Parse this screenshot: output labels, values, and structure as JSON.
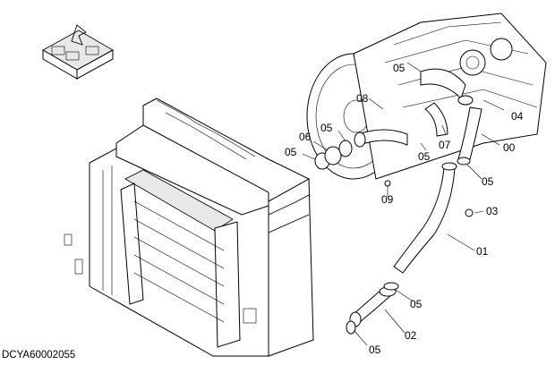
{
  "document_code": "DCYA60002055",
  "callouts": [
    {
      "id": "callout-05-turbo-top",
      "text": "05"
    },
    {
      "id": "callout-08",
      "text": "08"
    },
    {
      "id": "callout-05-flywheel",
      "text": "05"
    },
    {
      "id": "callout-06",
      "text": "06"
    },
    {
      "id": "callout-05-left",
      "text": "05"
    },
    {
      "id": "callout-04",
      "text": "04"
    },
    {
      "id": "callout-00",
      "text": "00"
    },
    {
      "id": "callout-07",
      "text": "07"
    },
    {
      "id": "callout-05-mid",
      "text": "05"
    },
    {
      "id": "callout-05-right",
      "text": "05"
    },
    {
      "id": "callout-09",
      "text": "09"
    },
    {
      "id": "callout-03",
      "text": "03"
    },
    {
      "id": "callout-01",
      "text": "01"
    },
    {
      "id": "callout-05-lower",
      "text": "05"
    },
    {
      "id": "callout-02",
      "text": "02"
    },
    {
      "id": "callout-05-bottom",
      "text": "05"
    }
  ]
}
